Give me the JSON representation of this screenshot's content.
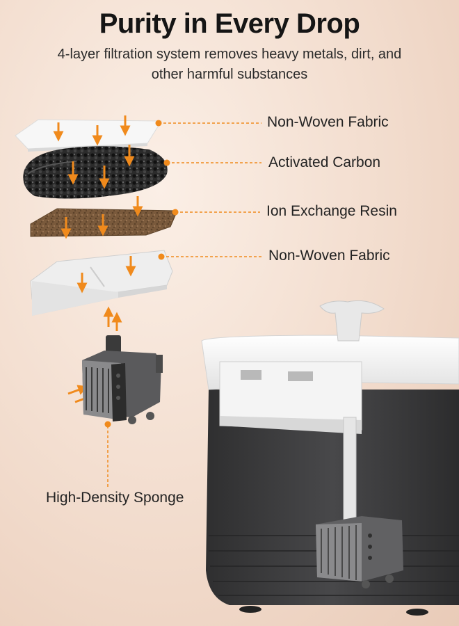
{
  "header": {
    "title": "Purity in Every Drop",
    "subtitle": "4-layer filtration system removes heavy metals, dirt, and other harmful substances"
  },
  "layers": [
    {
      "label": "Non-Woven Fabric"
    },
    {
      "label": "Activated Carbon"
    },
    {
      "label": "Ion Exchange Resin"
    },
    {
      "label": "Non-Woven Fabric"
    }
  ],
  "sponge": {
    "label": "High-Density Sponge"
  },
  "colors": {
    "accent": "#f08a1c",
    "carbon": "#2a2a2a",
    "resin": "#7a5a3c",
    "fabric": "#f4f4f4",
    "body": "#3a3a3b"
  }
}
